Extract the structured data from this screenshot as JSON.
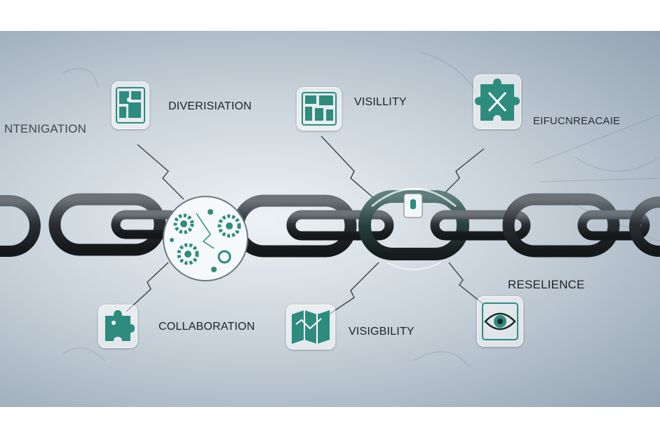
{
  "labels": {
    "integration": "NTENIGATION",
    "diversification": "DIVERISIATION",
    "visibility_top": "VISILLITY",
    "efficiency": "EIFUCNREACAIE",
    "resilience": "RESELIENCE",
    "collaboration": "COLLABORATION",
    "visibility_bottom": "VISIGBILITY"
  },
  "colors": {
    "accent_teal": "#2e8c7e",
    "chain_dark": "#2b3035",
    "label_text": "#1e2226"
  },
  "icons": {
    "top_left": "puzzle-board-icon",
    "top_middle": "dashboard-icon",
    "top_right": "puzzle-piece-icon",
    "hub": "gears-network-icon",
    "bottom_left": "puzzle-piece-icon",
    "bottom_middle": "map-icon",
    "bottom_right": "eye-icon",
    "lock": "padlock-icon"
  }
}
